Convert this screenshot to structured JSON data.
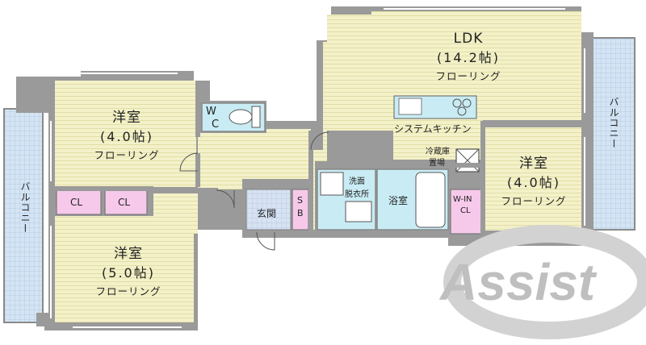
{
  "rooms": {
    "ldk": {
      "name": "LDK",
      "area": "(14.2帖)",
      "floor": "フローリング"
    },
    "western_nw": {
      "name": "洋室",
      "area": "(4.0帖)",
      "floor": "フローリング"
    },
    "western_sw": {
      "name": "洋室",
      "area": "(5.0帖)",
      "floor": "フローリング"
    },
    "western_e": {
      "name": "洋室",
      "area": "(4.0帖)",
      "floor": "フローリング"
    }
  },
  "labels": {
    "wc_w": "W",
    "wc_c": "C",
    "kitchen": "システムキッチン",
    "fridge": "冷蔵庫置場",
    "fridge_1": "冷蔵庫",
    "fridge_2": "置場",
    "washroom_1": "洗面",
    "washroom_2": "脱衣所",
    "bath": "浴室",
    "entrance": "玄関",
    "sb_s": "S",
    "sb_b": "B",
    "cl_left": "CL",
    "cl_right": "CL",
    "wic_1": "W-IN",
    "wic_2": "CL",
    "balcony_left": "バルコニー",
    "balcony_right": "バルコニー"
  },
  "watermark": {
    "text": "Assist",
    "color": "#bfbfbf"
  },
  "colors": {
    "wall": "#9a9a9a",
    "floor": "#f3f1c8",
    "floor_line": "#ddd9a2",
    "storage": "#f6c9ea",
    "wet": "#c9ecf4",
    "entry_tile": "#d7e2f2",
    "balcony": "#d4e4f4"
  }
}
